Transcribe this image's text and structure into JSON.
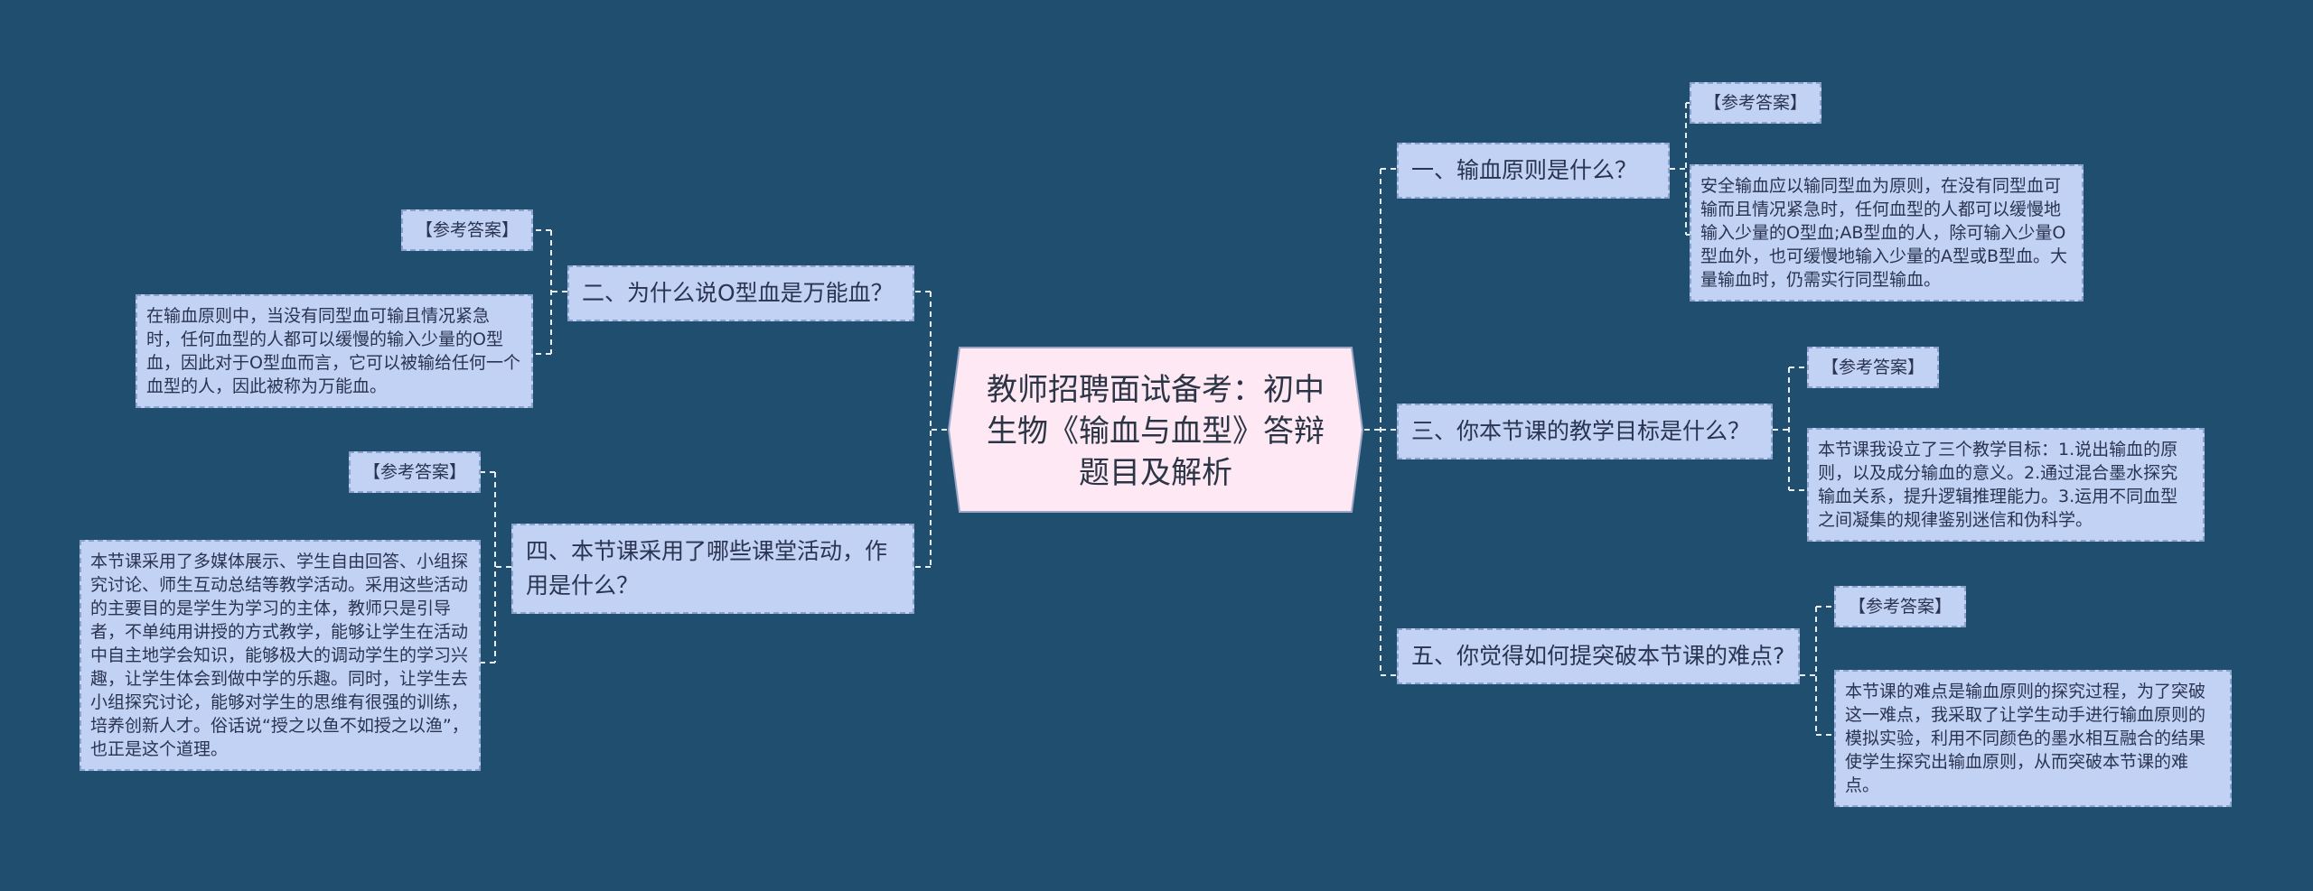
{
  "center": {
    "title": "教师招聘面试备考：初中生物《输血与血型》答辩题目及解析"
  },
  "branches": [
    {
      "question": "一、输血原则是什么？",
      "tag": "【参考答案】",
      "answer": "安全输血应以输同型血为原则，在没有同型血可输而且情况紧急时，任何血型的人都可以缓慢地输入少量的O型血;AB型血的人，除可输入少量O型血外，也可缓慢地输入少量的A型或B型血。大量输血时，仍需实行同型输血。"
    },
    {
      "question": "二、为什么说O型血是万能血？",
      "tag": "【参考答案】",
      "answer": "在输血原则中，当没有同型血可输且情况紧急时，任何血型的人都可以缓慢的输入少量的O型血，因此对于O型血而言，它可以被输给任何一个血型的人，因此被称为万能血。"
    },
    {
      "question": "三、你本节课的教学目标是什么？",
      "tag": "【参考答案】",
      "answer": "本节课我设立了三个教学目标：1.说出输血的原则，以及成分输血的意义。2.通过混合墨水探究输血关系，提升逻辑推理能力。3.运用不同血型之间凝集的规律鉴别迷信和伪科学。"
    },
    {
      "question": "四、本节课采用了哪些课堂活动，作用是什么？",
      "tag": "【参考答案】",
      "answer": "本节课采用了多媒体展示、学生自由回答、小组探究讨论、师生互动总结等教学活动。采用这些活动的主要目的是学生为学习的主体，教师只是引导者，不单纯用讲授的方式教学，能够让学生在活动中自主地学会知识，能够极大的调动学生的学习兴趣，让学生体会到做中学的乐趣。同时，让学生去小组探究讨论，能够对学生的思维有很强的训练，培养创新人才。俗话说“授之以鱼不如授之以渔”，也正是这个道理。"
    },
    {
      "question": "五、你觉得如何提突破本节课的难点?",
      "tag": "【参考答案】",
      "answer": "本节课的难点是输血原则的探究过程，为了突破这一难点，我采取了让学生动手进行输血原则的模拟实验，利用不同颜色的墨水相互融合的结果使学生探究出输血原则，从而突破本节课的难点。"
    }
  ]
}
